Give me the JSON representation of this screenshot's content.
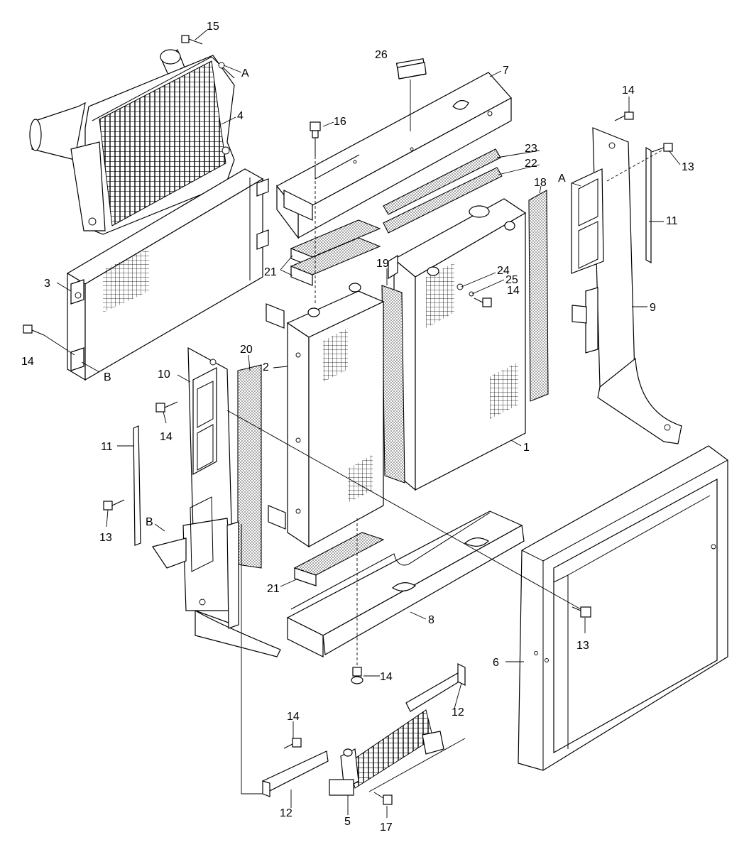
{
  "callouts": [
    {
      "id": "c15",
      "text": "15"
    },
    {
      "id": "cA1",
      "text": "A"
    },
    {
      "id": "c4",
      "text": "4"
    },
    {
      "id": "c26",
      "text": "26"
    },
    {
      "id": "c7",
      "text": "7"
    },
    {
      "id": "c16",
      "text": "16"
    },
    {
      "id": "c14a",
      "text": "14"
    },
    {
      "id": "c13a",
      "text": "13"
    },
    {
      "id": "c23",
      "text": "23"
    },
    {
      "id": "c22",
      "text": "22"
    },
    {
      "id": "c18",
      "text": "18"
    },
    {
      "id": "cA2",
      "text": "A"
    },
    {
      "id": "c11a",
      "text": "11"
    },
    {
      "id": "c3",
      "text": "3"
    },
    {
      "id": "c21a",
      "text": "21"
    },
    {
      "id": "c19",
      "text": "19"
    },
    {
      "id": "c24",
      "text": "24"
    },
    {
      "id": "c25",
      "text": "25"
    },
    {
      "id": "c14b",
      "text": "14"
    },
    {
      "id": "c9",
      "text": "9"
    },
    {
      "id": "c14c",
      "text": "14"
    },
    {
      "id": "cB1",
      "text": "B"
    },
    {
      "id": "c20",
      "text": "20"
    },
    {
      "id": "c2",
      "text": "2"
    },
    {
      "id": "c10",
      "text": "10"
    },
    {
      "id": "c14d",
      "text": "14"
    },
    {
      "id": "c1",
      "text": "1"
    },
    {
      "id": "c11b",
      "text": "11"
    },
    {
      "id": "c13b",
      "text": "13"
    },
    {
      "id": "cB2",
      "text": "B"
    },
    {
      "id": "c21b",
      "text": "21"
    },
    {
      "id": "c8",
      "text": "8"
    },
    {
      "id": "c13c",
      "text": "13"
    },
    {
      "id": "c6",
      "text": "6"
    },
    {
      "id": "c14e",
      "text": "14"
    },
    {
      "id": "c12a",
      "text": "12"
    },
    {
      "id": "c14f",
      "text": "14"
    },
    {
      "id": "c12b",
      "text": "12"
    },
    {
      "id": "c5",
      "text": "5"
    },
    {
      "id": "c17",
      "text": "17"
    }
  ]
}
